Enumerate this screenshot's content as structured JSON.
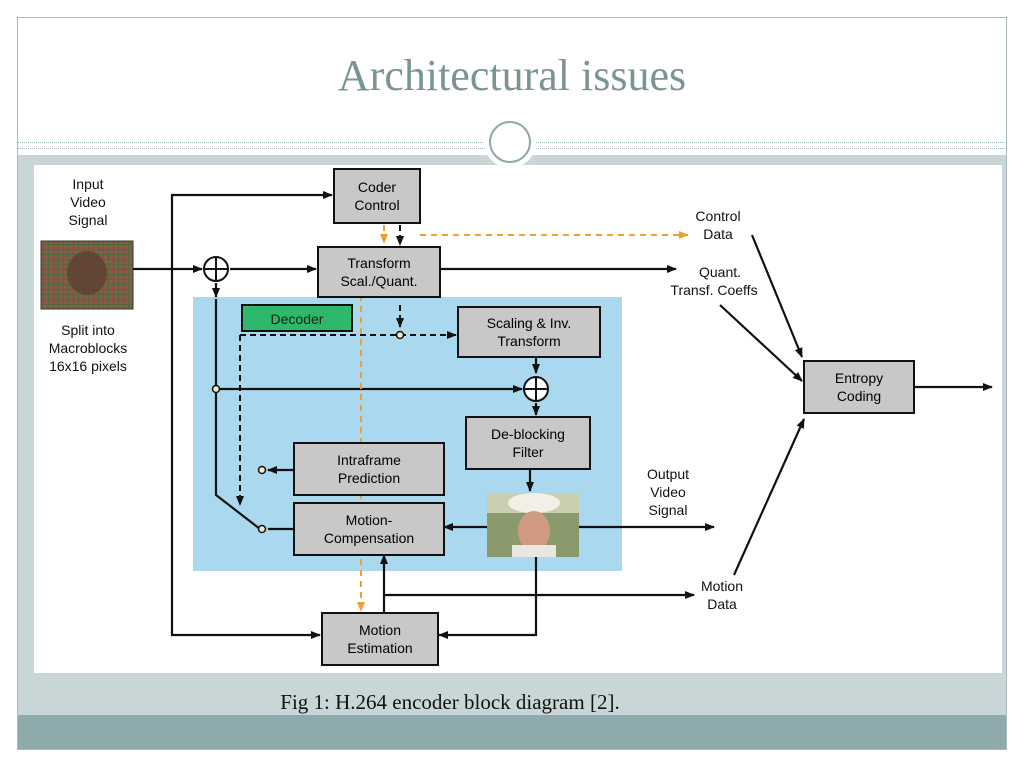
{
  "slide": {
    "title": "Architectural issues",
    "caption": "Fig 1: H.264 encoder block diagram [2]."
  },
  "diagram": {
    "input_label": [
      "Input",
      "Video",
      "Signal"
    ],
    "split_label": [
      "Split into",
      "Macroblocks",
      "16x16 pixels"
    ],
    "coder_control": [
      "Coder",
      "Control"
    ],
    "transform": [
      "Transform",
      "Scal./Quant."
    ],
    "decoder": "Decoder",
    "scaling_inv": [
      "Scaling & Inv.",
      "Transform"
    ],
    "deblocking": [
      "De-blocking",
      "Filter"
    ],
    "intraframe": [
      "Intraframe",
      "Prediction"
    ],
    "motion_comp": [
      "Motion-",
      "Compensation"
    ],
    "motion_est": [
      "Motion",
      "Estimation"
    ],
    "entropy": [
      "Entropy",
      "Coding"
    ],
    "control_data": [
      "Control",
      "Data"
    ],
    "quant_coeffs": [
      "Quant.",
      "Transf. Coeffs"
    ],
    "output_video": [
      "Output",
      "Video",
      "Signal"
    ],
    "motion_data": [
      "Motion",
      "Data"
    ]
  },
  "colors": {
    "title": "#7a9496",
    "band": "#c9d6d8",
    "footer": "#8eaaad",
    "decoder_region": "#a9d8ef",
    "decoder_box": "#2fb86b",
    "block_fill": "#c8c8c8",
    "control_dashed": "#f0a030"
  }
}
